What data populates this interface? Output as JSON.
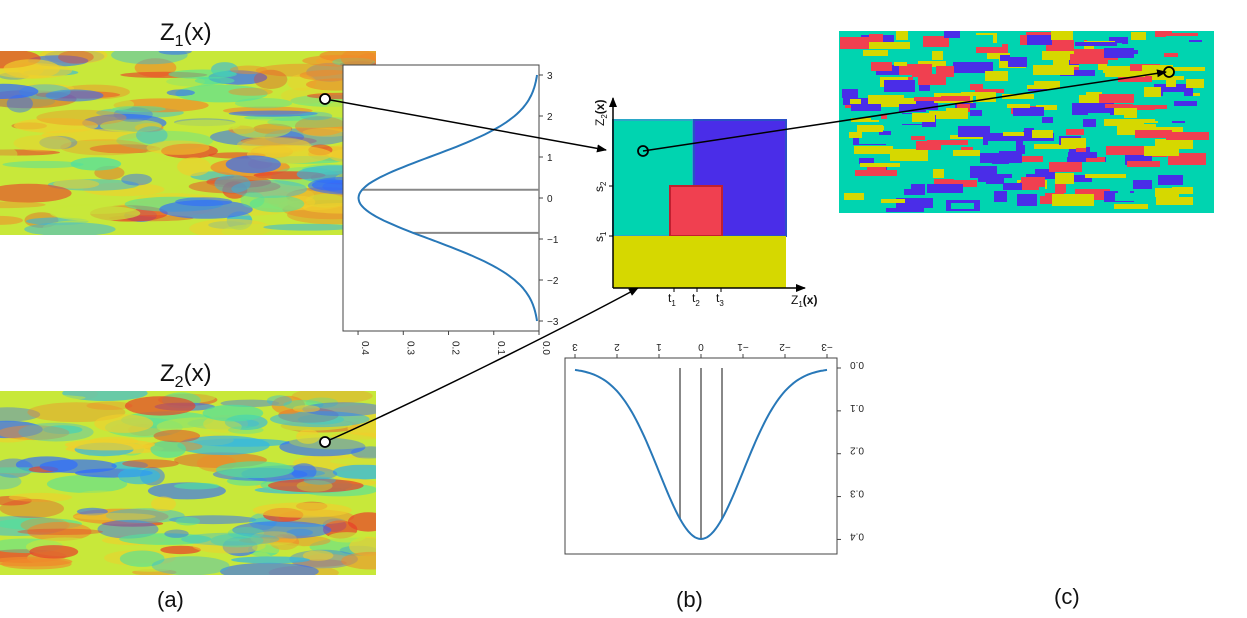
{
  "fields": {
    "z1_title": "Z",
    "z1_sub": "1",
    "z1_arg": "(x)",
    "z2_title": "Z",
    "z2_sub": "2",
    "z2_arg": "(x)"
  },
  "captions": {
    "a": "(a)",
    "b": "(b)",
    "c": "(c)"
  },
  "partition": {
    "xaxis_label": "Z",
    "xaxis_sub": "1",
    "xaxis_arg": "(x)",
    "yaxis_label": "Z",
    "yaxis_sub": "2",
    "yaxis_arg": "(x)",
    "t_labels": [
      {
        "main": "t",
        "sub": "1"
      },
      {
        "main": "t",
        "sub": "2"
      },
      {
        "main": "t",
        "sub": "3"
      }
    ],
    "s_labels": [
      {
        "main": "s",
        "sub": "1"
      },
      {
        "main": "s",
        "sub": "2"
      }
    ],
    "colors": {
      "teal": "#00d4b0",
      "blue": "#4a2de8",
      "red": "#f04050",
      "yellow": "#d6d800"
    }
  },
  "field_palette": [
    "#2f6bff",
    "#2fb7e6",
    "#4fe0a0",
    "#c8e83a",
    "#f0cf2c",
    "#f08a2a",
    "#e8402a"
  ],
  "facies_palette": [
    "#00d4b0",
    "#4a2de8",
    "#f04050",
    "#d6d800"
  ],
  "chart_data": [
    {
      "type": "line",
      "name": "gaussian-vertical",
      "x_ticks": [
        "0.4",
        "0.3",
        "0.2",
        "0.1",
        "0.0"
      ],
      "y_ticks": [
        "3",
        "2",
        "1",
        "0",
        "−1",
        "−2",
        "−3"
      ],
      "xlim": [
        0.0,
        0.42
      ],
      "ylim": [
        -3,
        3
      ],
      "curve": "standard normal pdf",
      "thresholds": [
        0.2,
        -0.85
      ],
      "color": "#2878b8"
    },
    {
      "type": "line",
      "name": "gaussian-horizontal-flipped",
      "x_ticks": [
        "3",
        "2",
        "1",
        "0",
        "−1",
        "−2",
        "−3"
      ],
      "y_ticks": [
        "0.0",
        "0.1",
        "0.2",
        "0.3",
        "0.4"
      ],
      "xlim": [
        -3,
        3
      ],
      "ylim": [
        0.0,
        0.42
      ],
      "curve": "standard normal pdf",
      "thresholds": [
        0.5,
        0.0,
        -0.5
      ],
      "color": "#2878b8"
    }
  ]
}
